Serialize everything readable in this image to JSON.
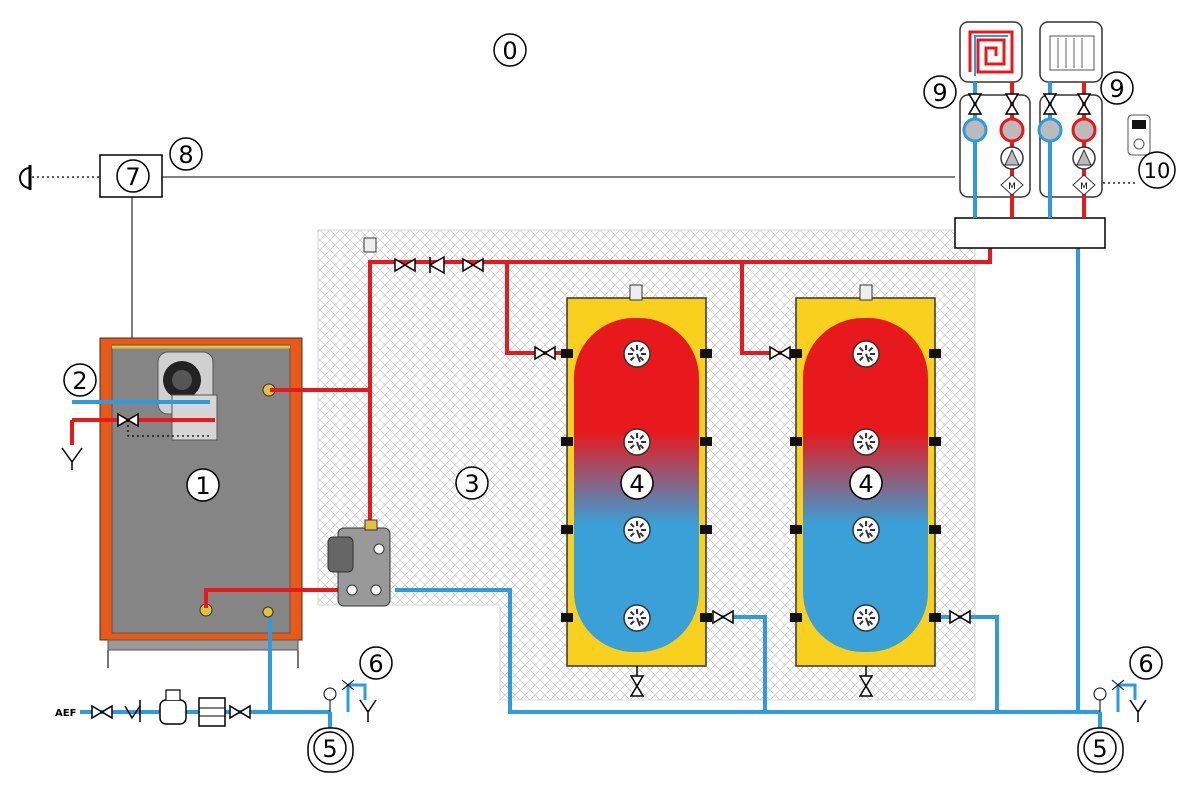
{
  "labels": {
    "l0": "0",
    "l1": "1",
    "l2": "2",
    "l3": "3",
    "l4a": "4",
    "l4b": "4",
    "l5a": "5",
    "l5b": "5",
    "l6a": "6",
    "l6b": "6",
    "l7": "7",
    "l8": "8",
    "l9a": "9",
    "l9b": "9",
    "l10": "10"
  },
  "supply": {
    "name": "AEF"
  },
  "colors": {
    "hot": "#e8191c",
    "cold": "#2e9be0",
    "tank_jacket": "#f8d01e",
    "boiler_frame": "#ea5a16",
    "boiler_body": "#858585"
  }
}
